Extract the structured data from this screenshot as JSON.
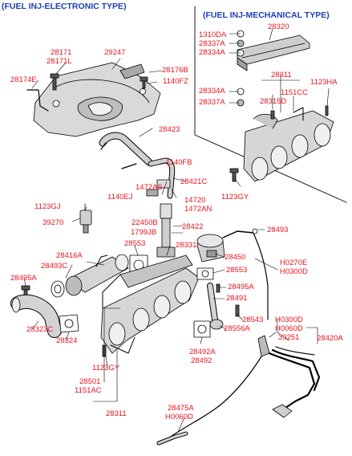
{
  "titles": {
    "electronic": "(FUEL INJ-ELECTRONIC TYPE)",
    "mechanical": "(FUEL INJ-MECHANICAL TYPE)"
  },
  "colors": {
    "title": "#1a3fb8",
    "label": "#e8141e",
    "line": "#000000",
    "part_fill": "#cfcfcf",
    "part_shade": "#8c8c8c"
  },
  "labels": {
    "l28171": "28171",
    "l28171l": "28171L",
    "l29247": "29247",
    "l28174e": "28174E",
    "l28176b": "28176B",
    "l1140fz": "1140FZ",
    "l28423": "28423",
    "l1140fb": "1140FB",
    "l1472as": "1472AS",
    "l28421c": "28421C",
    "l1140ej": "1140EJ",
    "l14720": "14720",
    "l1472an": "1472AN",
    "l1123gj": "1123GJ",
    "l39270": "39270",
    "l22450b": "22450B",
    "l1799jb": "1799JB",
    "l28422": "28422",
    "l28493": "28493",
    "l28553a": "28553",
    "l28331": "28331",
    "l28416a": "28416A",
    "l28450": "28450",
    "l28493c": "28493C",
    "l28553b": "28553",
    "l28495a_l": "28495A",
    "l28495a_r": "28495A",
    "l28491": "28491",
    "lh0270e": "H0270E",
    "lh0300d": "H0300D",
    "l28323c": "28323C",
    "l28324": "28324",
    "l28543": "28543",
    "l28556a": "28556A",
    "lh0300d_b": "H0300D",
    "lh0060d": "H0060D",
    "l39251": "39251",
    "l28420a": "28420A",
    "l28492a": "28492A",
    "l28492": "28492",
    "l1123gy_l": "1123GY",
    "l28501": "28501",
    "l1151ac": "1151AC",
    "l28311_l": "28311",
    "l28475a": "28475A",
    "lh0060d_b": "H0060D",
    "l1310da": "1310DA",
    "l28320": "28320",
    "l28337a_t": "28337A",
    "l28334a_t": "28334A",
    "l28311_r": "28311",
    "l1123ha": "1123HA",
    "l28334a_m": "28334A",
    "l1151cc": "1151CC",
    "l28337a_m": "28337A",
    "l28315d": "28315D",
    "l1123gy_r": "1123GY"
  }
}
